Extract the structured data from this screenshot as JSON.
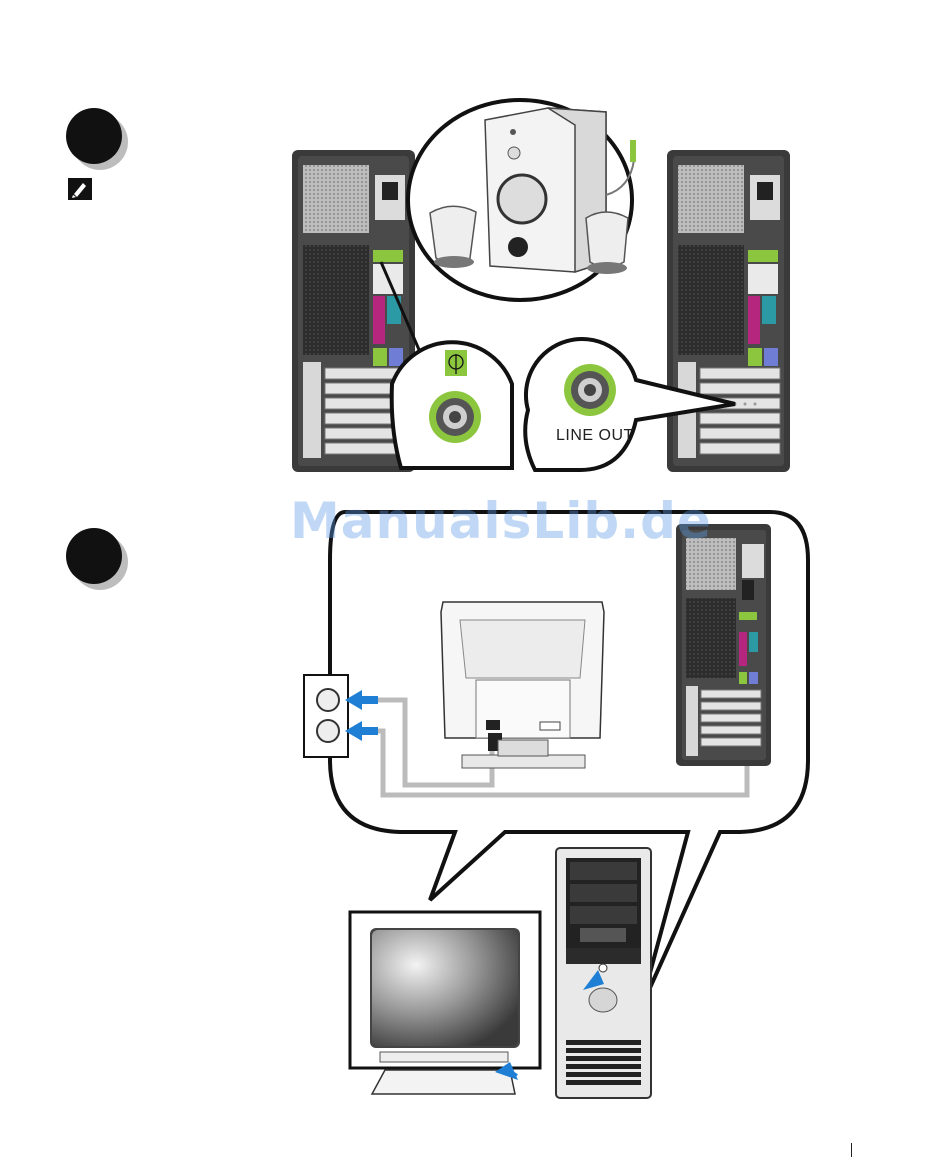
{
  "watermark": {
    "text": "ManualsLib.de"
  },
  "steps": [
    {
      "id": "speakers",
      "callout_label": "LINE OUT"
    },
    {
      "id": "power"
    }
  ],
  "icons": {
    "note": "note-pencil-icon",
    "audio_out": "headphone-out-icon",
    "dell_logo": "dell-logo"
  },
  "colors": {
    "line_out_ring": "#8cc63f",
    "arrow": "#1f7fd4",
    "parallel_port": "#b5267f",
    "serial_port": "#2c9aa5",
    "mouse_port": "#6f7ed4"
  }
}
